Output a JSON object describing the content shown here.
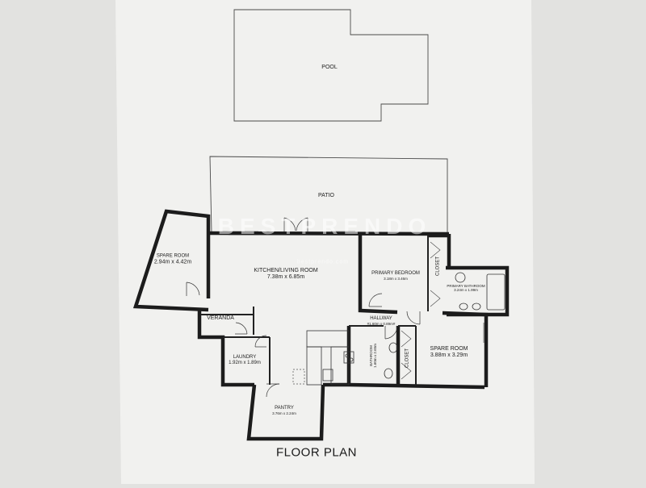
{
  "caption": "FLOOR PLAN",
  "watermark": "BESTPRENDO",
  "watermark_sub": "bestprendo.com",
  "colors": {
    "paper": "#f1f1ef",
    "background": "#e2e2e0",
    "wall": "#1c1c1c",
    "line": "#3a3a3a"
  },
  "rooms": {
    "pool": {
      "name": "POOL"
    },
    "patio": {
      "name": "PATIO"
    },
    "spare_room_left": {
      "name": "SPARE ROOM",
      "dims": "2.94m x 4.42m"
    },
    "kitchen_living": {
      "name": "KITCHEN/LIVING ROOM",
      "dims": "7.38m x 6.85m"
    },
    "veranda": {
      "name": "VERANDA"
    },
    "laundry": {
      "name": "LAUNDRY",
      "dims": "1.92m x 1.89m"
    },
    "pantry": {
      "name": "PANTRY",
      "dims": "3.76m x 2.24m"
    },
    "primary_bedroom": {
      "name": "PRIMARY BEDROOM",
      "dims": "3.18m x 3.46m"
    },
    "closet_primary": {
      "name": "CLOSET"
    },
    "primary_bathroom": {
      "name": "PRIMARY BATHROOM",
      "dims": "3.24m x 1.99m"
    },
    "hallway": {
      "name": "HALLWAY",
      "dims": "#1.60m x 0.89m#"
    },
    "bathroom": {
      "name": "BATHROOM",
      "dims": "1.60m x 2.65m"
    },
    "closet_spare": {
      "name": "CLOSET"
    },
    "spare_room_right": {
      "name": "SPARE ROOM",
      "dims": "3.88m x 3.29m"
    }
  }
}
